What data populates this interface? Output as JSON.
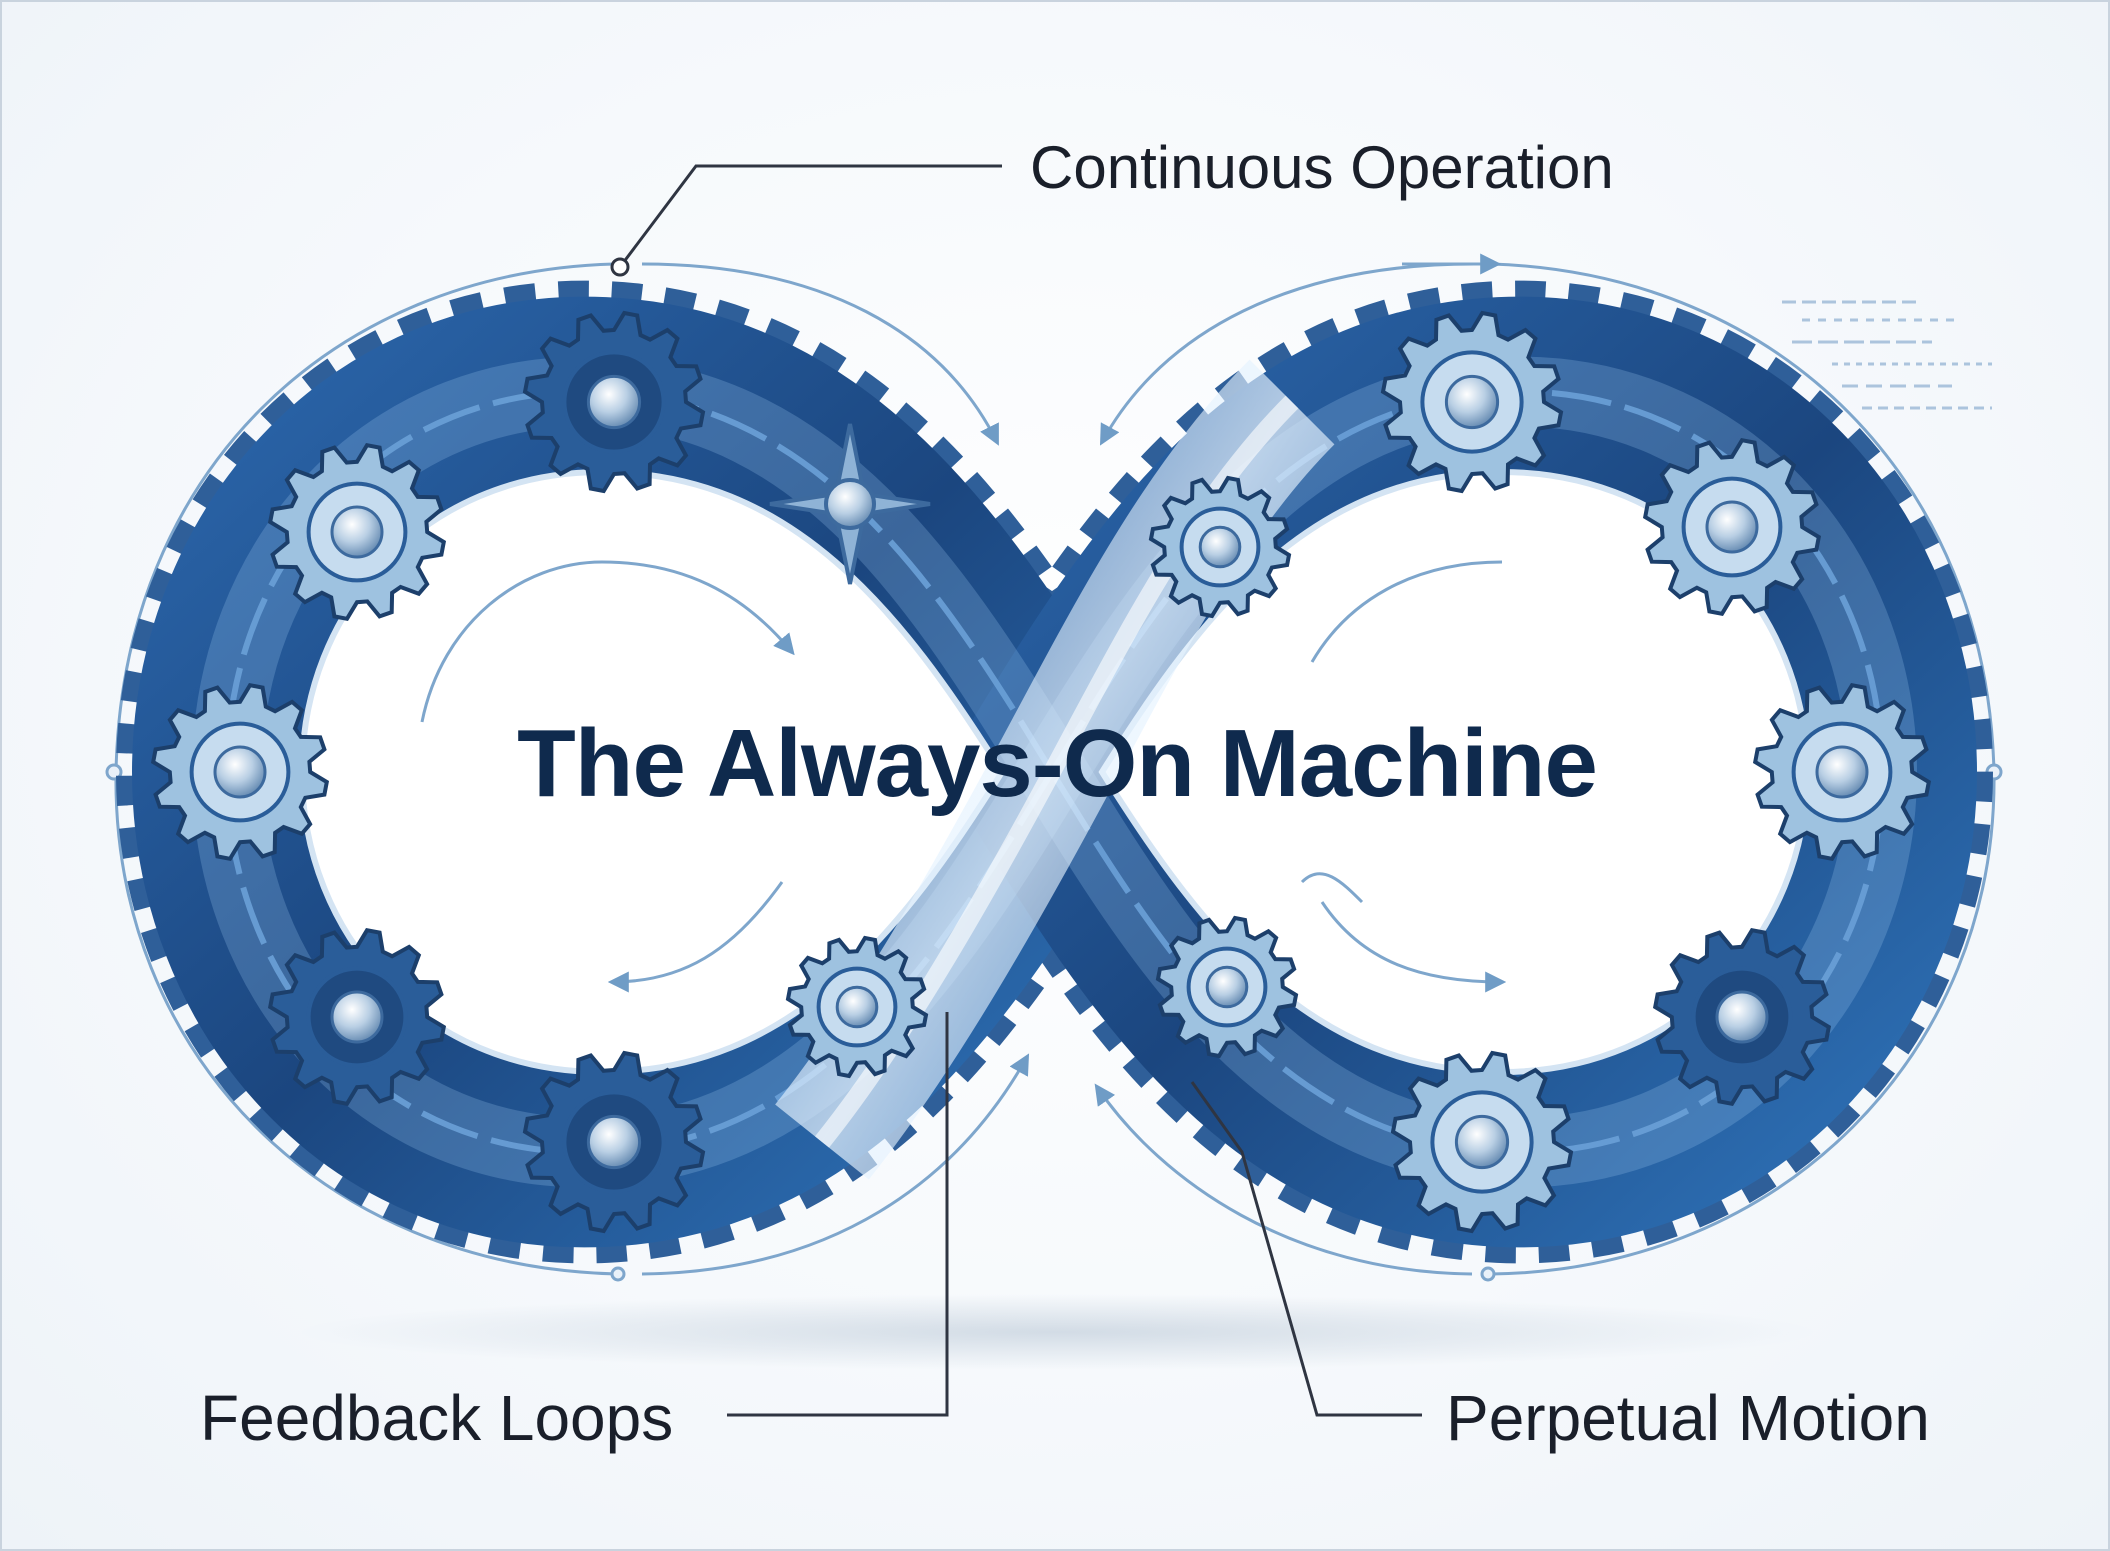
{
  "title": "The Always-On Machine",
  "labels": {
    "top": "Continuous Operation",
    "bottom_left": "Feedback Loops",
    "bottom_right": "Perpetual Motion"
  },
  "colors": {
    "band_dark": "#1e4f8f",
    "band_mid": "#3d77b8",
    "gear_dark": "#2a5d99",
    "gear_light": "#9ec2e0",
    "arrow": "#6f9cc6",
    "title": "#0f2a4d",
    "leader": "#2f3542"
  },
  "gears": [
    {
      "style": "dark"
    },
    {
      "style": "light"
    },
    {
      "style": "light"
    },
    {
      "style": "dark"
    },
    {
      "style": "dark"
    },
    {
      "style": "light"
    },
    {
      "style": "light"
    },
    {
      "style": "light"
    },
    {
      "style": "light"
    },
    {
      "style": "light"
    },
    {
      "style": "dark"
    },
    {
      "style": "light"
    },
    {
      "style": "light"
    },
    {
      "style": "dark"
    },
    {
      "style": "light"
    }
  ]
}
